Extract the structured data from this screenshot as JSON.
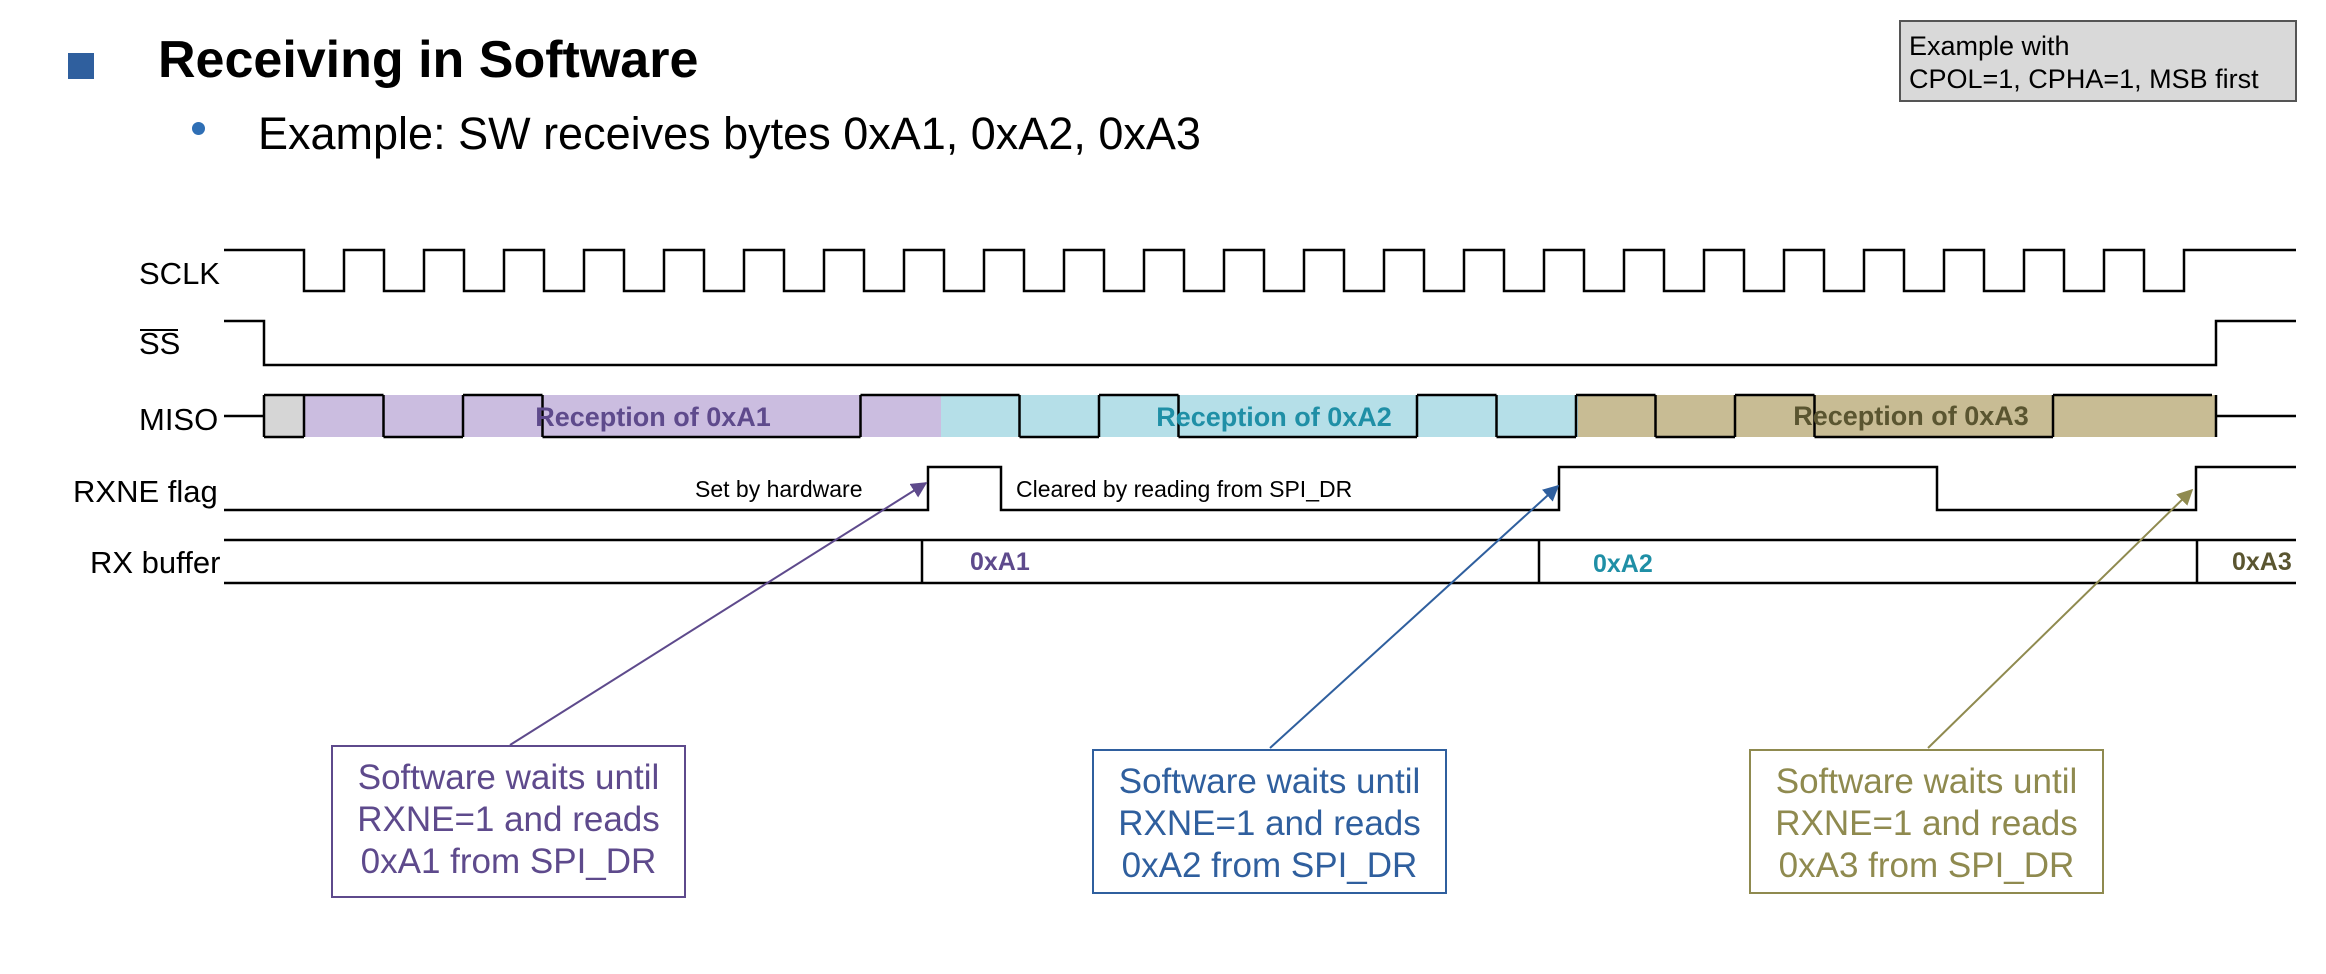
{
  "slide": {
    "title": "Receiving in Software",
    "subtitle": "Example: SW receives bytes 0xA1, 0xA2, 0xA3",
    "note_line1": "Example with",
    "note_line2": "CPOL=1, CPHA=1, MSB first"
  },
  "signals": {
    "sclk": "SCLK",
    "ss": "SS",
    "miso": "MISO",
    "rxne": "RXNE flag",
    "rxbuf": "RX buffer"
  },
  "colors": {
    "byte1": "#5e4a8c",
    "byte1_fill": "#cbbde0",
    "byte2": "#1f8fa6",
    "byte2_fill": "#b5dfe8",
    "byte3": "#5a5530",
    "byte3_fill": "#c8bc94",
    "arrow2": "#2f5f9e",
    "arrow3": "#8f8a4f"
  },
  "miso": {
    "reception1": "Reception of 0xA1",
    "reception2": "Reception of 0xA2",
    "reception3": "Reception of 0xA3"
  },
  "rxne": {
    "set_label": "Set by hardware",
    "cleared_label": "Cleared by reading from SPI_DR"
  },
  "rxbuf": {
    "val1": "0xA1",
    "val2": "0xA2",
    "val3": "0xA3"
  },
  "callouts": {
    "c1": [
      "Software waits until",
      "RXNE=1 and reads",
      "0xA1 from SPI_DR"
    ],
    "c2": [
      "Software waits until",
      "RXNE=1 and reads",
      "0xA2 from SPI_DR"
    ],
    "c3": [
      "Software waits until",
      "RXNE=1 and reads",
      "0xA3 from SPI_DR"
    ]
  }
}
